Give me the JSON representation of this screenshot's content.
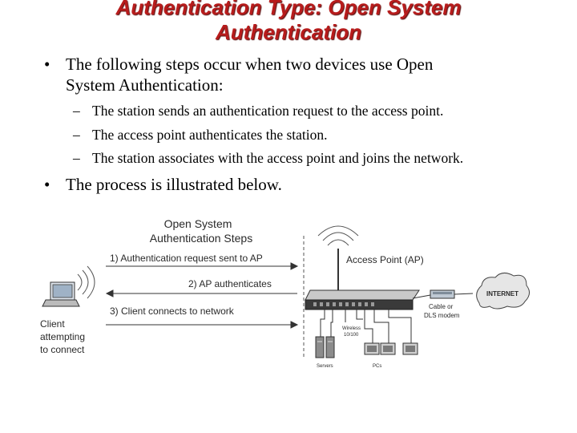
{
  "title": {
    "line1": "Authentication Type: Open System",
    "line2": "Authentication"
  },
  "bullets": [
    {
      "text_line1": "The following steps occur when two devices use Open",
      "text_line2": "System Authentication:",
      "subitems": [
        "The station sends an authentication request to the access point.",
        "The access point authenticates the station.",
        "The station associates with the access point and joins the network."
      ]
    },
    {
      "text_line1": "The process is illustrated below."
    }
  ],
  "bullet_symbol": "•",
  "dash_symbol": "–",
  "diagram": {
    "heading_line1": "Open System",
    "heading_line2": "Authentication Steps",
    "step1": "1) Authentication request sent to AP",
    "step2": "2) AP authenticates",
    "step3": "3) Client connects to network",
    "client_line1": "Client",
    "client_line2": "attempting",
    "client_line3": "to connect",
    "ap_label": "Access Point (AP)",
    "modem_line1": "Cable or",
    "modem_line2": "DLS modem",
    "cloud_label": "INTERNET",
    "switch_label_line1": "Wireless",
    "switch_label_line2": "10/100",
    "server_label": "Servers",
    "pc_label": "PCs"
  },
  "colors": {
    "title": "#b71c1c",
    "diagram_stroke": "#333333",
    "diagram_text": "#2a2a2a"
  }
}
